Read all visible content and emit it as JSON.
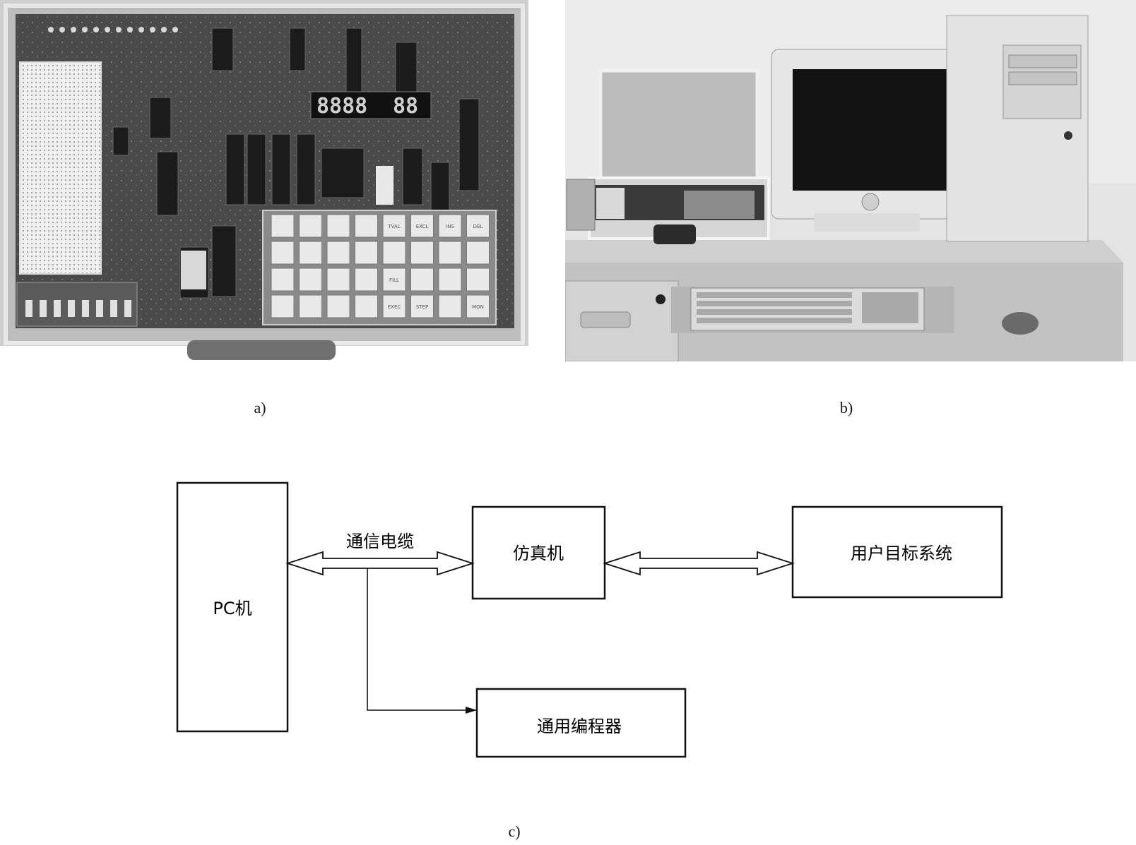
{
  "captions": {
    "a": "a)",
    "b": "b)",
    "c": "c)"
  },
  "diagram": {
    "nodes": {
      "pc": "PC机",
      "emulator": "仿真机",
      "target": "用户目标系统",
      "programmer": "通用编程器"
    },
    "edge_labels": {
      "cable": "通信电缆"
    }
  },
  "photo_a": {
    "keypad_keys": [
      "",
      "",
      "",
      "",
      "TVAL",
      "EXCL",
      "INS",
      "DEL",
      "",
      "",
      "",
      "",
      "",
      "",
      "",
      "",
      "",
      "",
      "",
      "",
      "FILL",
      "",
      "",
      "",
      "",
      "",
      "",
      "",
      "EXEC",
      "STEP",
      "",
      "MON"
    ]
  }
}
